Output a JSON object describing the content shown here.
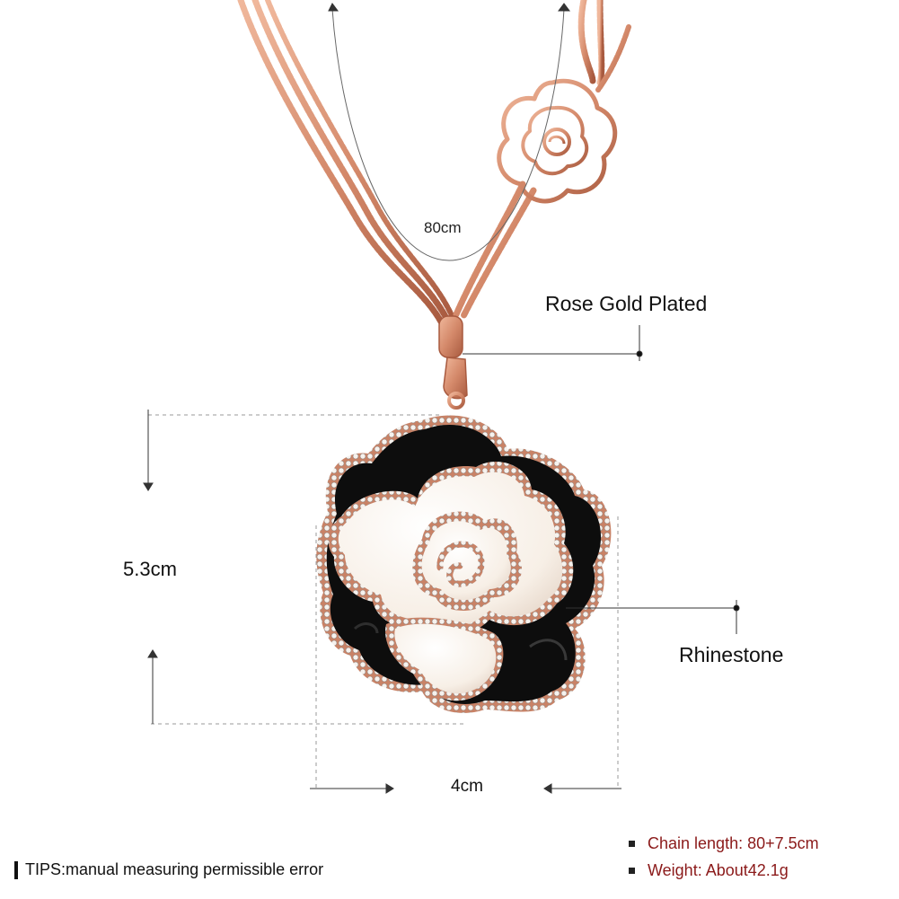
{
  "labels": {
    "chain_length": "80cm",
    "material": "Rose Gold Plated",
    "height": "5.3cm",
    "stones": "Rhinestone",
    "width": "4cm"
  },
  "tips": "TIPS:manual measuring permissible error",
  "specs": [
    "Chain length:  80+7.5cm",
    "Weight: About42.1g"
  ],
  "colors": {
    "rose_gold": "#d4896a",
    "rose_gold_dark": "#a85a3f",
    "enamel_black": "#0d0d0d",
    "enamel_white": "#f7efe6",
    "spec_text": "#8b1a1a"
  }
}
